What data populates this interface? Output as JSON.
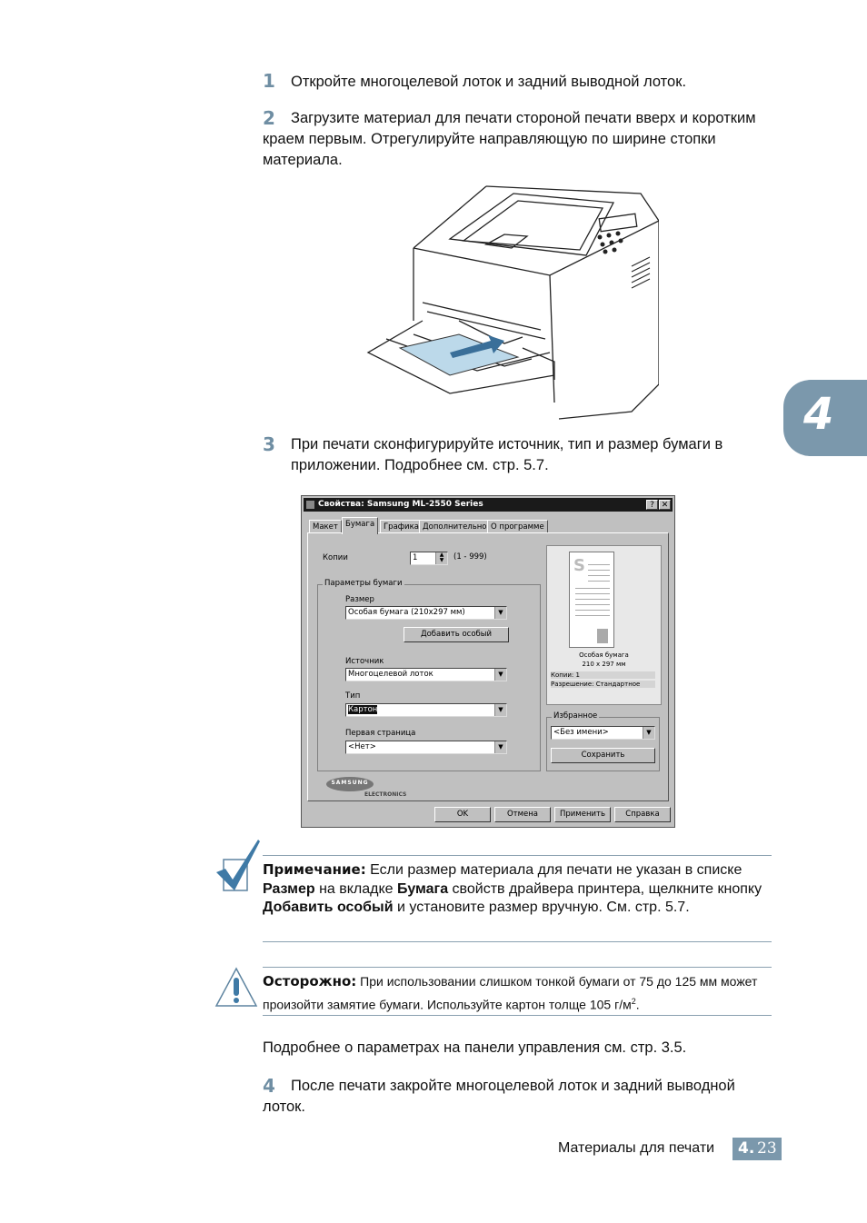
{
  "steps": [
    {
      "num": "1",
      "text": "Откройте многоцелевой лоток и задний выводной лоток."
    },
    {
      "num": "2",
      "text": "Загрузите материал для печати стороной печати вверх и коротким краем первым. Отрегулируйте направляющую по ширине стопки материала."
    },
    {
      "num": "3",
      "text": "При печати сконфигурируйте источник, тип и размер бумаги в приложении. Подробнее см. стр. 5.7."
    },
    {
      "num": "4",
      "text": "После печати закройте многоцелевой лоток и задний выводной лоток."
    }
  ],
  "chapter_tab": "4",
  "dialog": {
    "title": "Свойства: Samsung ML-2550 Series",
    "help_btn": "?",
    "close_btn": "✕",
    "tabs": [
      "Макет",
      "Бумага",
      "Графика",
      "Дополнительно",
      "О программе"
    ],
    "active_tab": "Бумага",
    "copies_label": "Копии",
    "copies_value": "1",
    "copies_range": "(1 - 999)",
    "paper_group": "Параметры бумаги",
    "size_label": "Размер",
    "size_value": "Особая бумага (210x297 мм)",
    "add_custom_btn": "Добавить особый",
    "source_label": "Источник",
    "source_value": "Многоцелевой лоток",
    "type_label": "Тип",
    "type_value": "Картон",
    "first_page_label": "Первая страница",
    "first_page_value": "<Нет>",
    "preview": {
      "paper_name": "Особая бумага",
      "paper_dims": "210 x 297 мм",
      "copies_line": "Копии: 1",
      "resolution_line": "Разрешение: Стандартное",
      "letter": "S"
    },
    "favorites_group": "Избранное",
    "favorites_value": "<Без имени>",
    "save_btn": "Сохранить",
    "logo_line1": "SAMSUNG",
    "logo_line2": "ELECTRONICS",
    "ok_btn": "OK",
    "cancel_btn": "Отмена",
    "apply_btn": "Применить",
    "help_btn_label": "Справка"
  },
  "note": {
    "label": "Примечание:",
    "t1": " Если размер материала для печати не указан в списке ",
    "b1": "Размер",
    "t2": " на вкладке ",
    "b2": "Бумага",
    "t3": " свойств драйвера принтера, щелкните кнопку ",
    "b3": "Добавить особый",
    "t4": " и установите размер вручную. См. стр. 5.7."
  },
  "caution": {
    "label": "Осторожно:",
    "text": " При использовании слишком тонкой бумаги от 75 до 125 мм может произойти замятие бумаги. Используйте картон толще 105 г/м",
    "sup": "2",
    "tail": "."
  },
  "more_info": "Подробнее о параметрах на панели управления см. стр. 3.5.",
  "footer": {
    "label": "Материалы для печати",
    "chapter": "4.",
    "page": "23"
  }
}
